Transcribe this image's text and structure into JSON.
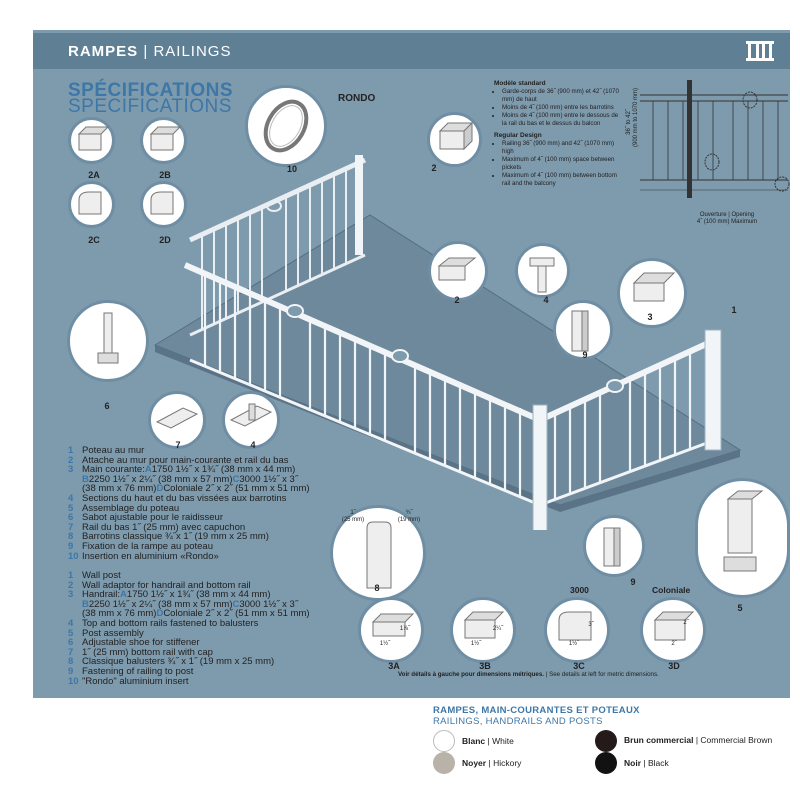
{
  "header": {
    "brand_fr": "RAMPES",
    "separator": "|",
    "brand_en": "RAILINGS",
    "icon": "railing-icon"
  },
  "spec": {
    "title_fr": "SPÉCIFICATIONS",
    "title_en": "SPECIFICATIONS"
  },
  "callouts": {
    "rondo_title": "RONDO",
    "labels": [
      "10",
      "2",
      "2A",
      "2B",
      "2C",
      "2D",
      "2",
      "4",
      "3",
      "1",
      "9",
      "6",
      "7",
      "4",
      "8",
      "9",
      "5",
      "3A",
      "3B",
      "3C",
      "3D"
    ],
    "top_3000": "3000",
    "top_coloniale": "Coloniale"
  },
  "dimensions": {
    "d8_left": "1˝\n(25 mm)",
    "d8_right": "¾˝\n(19 mm)",
    "d3a": "1⅞˝",
    "d3a_bottom": "1½˝",
    "d3b": "2¼˝",
    "d3b_bottom": "1½˝",
    "d3c": "3˝",
    "d3c_bottom": "1½˝",
    "d3d_right": "2˝",
    "d3d_bottom": "2˝"
  },
  "notes": {
    "fr_head": "Modèle standard",
    "fr_items": [
      "Garde-corps de 36˝ (900 mm) et 42˝ (1070 mm) de haut",
      "Moins de 4˝ (100 mm) entre les barrotins",
      "Moins de 4˝ (100 mm) entre le dessous de la rail du bas et le dessus du balcon"
    ],
    "en_head": "Regular Design",
    "en_items": [
      "Railing 36˝ (900 mm) and 42˝ (1070 mm) high",
      "Maximum of 4˝ (100 mm) space between pickets",
      "Maximum of 4˝ (100 mm) between bottom rail and the balcony"
    ]
  },
  "figure": {
    "height_label": "36˝ to 42˝\n(900 mm to 1070 mm)",
    "opening_fr": "Ouverture",
    "opening_sep": "|",
    "opening_en": "Opening",
    "opening_value": "4˝ (100 mm) Maximum"
  },
  "list_fr": [
    {
      "n": "1",
      "t": "Poteau au mur"
    },
    {
      "n": "2",
      "t": "Attache au mur pour main-courante et rail du bas"
    },
    {
      "n": "3",
      "t": "Main courante: ",
      "a": "A",
      "at": " 1750 1½˝ x 1¾˝ (38 mm x 44 mm)"
    },
    {
      "n": "",
      "t": "",
      "a": "B",
      "at": " 2250 1½˝ x 2¼˝ (38 mm x 57 mm) ",
      "c": "C",
      "ct": " 3000 1½˝ x 3˝"
    },
    {
      "n": "",
      "t": "(38 mm x 76 mm) ",
      "a": "D",
      "at": " Coloniale 2˝ x 2˝ (51 mm x 51 mm)"
    },
    {
      "n": "4",
      "t": "Sections du haut et du bas vissées aux barrotins"
    },
    {
      "n": "5",
      "t": "Assemblage du poteau"
    },
    {
      "n": "6",
      "t": "Sabot ajustable pour le raidisseur"
    },
    {
      "n": "7",
      "t": "Rail du bas 1˝ (25 mm) avec capuchon"
    },
    {
      "n": "8",
      "t": "Barrotins classique ¾˝x 1˝ (19 mm x 25 mm)"
    },
    {
      "n": "9",
      "t": "Fixation de la rampe au poteau"
    },
    {
      "n": "10",
      "t": "Insertion en aluminium «Rondo»"
    }
  ],
  "list_en": [
    {
      "n": "1",
      "t": "Wall post"
    },
    {
      "n": "2",
      "t": "Wall adaptor for handrail and bottom rail"
    },
    {
      "n": "3",
      "t": "Handrail: ",
      "a": "A",
      "at": " 1750 1½˝ x 1¾˝ (38 mm x 44 mm)"
    },
    {
      "n": "",
      "t": "",
      "a": "B",
      "at": " 2250 1½˝ x 2¼˝ (38 mm x 57 mm) ",
      "c": "C",
      "ct": " 3000 1½˝ x 3˝"
    },
    {
      "n": "",
      "t": "(38 mm x 76 mm) ",
      "a": "D",
      "at": " Coloniale 2˝ x 2˝ (51 mm x 51 mm)"
    },
    {
      "n": "4",
      "t": "Top and bottom rails fastened to balusters"
    },
    {
      "n": "5",
      "t": "Post assembly"
    },
    {
      "n": "6",
      "t": "Adjustable shoe for stiffener"
    },
    {
      "n": "7",
      "t": "1˝ (25 mm) bottom rail with cap"
    },
    {
      "n": "8",
      "t": "Classique balusters ¾˝ x 1˝ (19 mm x 25 mm)"
    },
    {
      "n": "9",
      "t": "Fastening of railing to post"
    },
    {
      "n": "10",
      "t": "\"Rondo\" aluminium insert"
    }
  ],
  "footnote": {
    "fr": "Voir détails à gauche pour dimensions métriques.",
    "sep": " | ",
    "en": "See details at left for metric dimensions."
  },
  "colors": {
    "title_fr": "RAMPES, MAIN-COURANTES ET POTEAUX",
    "title_en": "RAILINGS, HANDRAILS AND POSTS",
    "items": [
      {
        "fr": "Blanc",
        "en": "White",
        "hex": "#ffffff"
      },
      {
        "fr": "Noyer",
        "en": "Hickory",
        "hex": "#b8b2a8"
      },
      {
        "fr": "Brun commercial",
        "en": "Commercial Brown",
        "hex": "#241a1a"
      },
      {
        "fr": "Noir",
        "en": "Black",
        "hex": "#121212"
      }
    ],
    "sep": "|"
  },
  "palette": {
    "panel": "#7e9aad",
    "header": "#5f7f95",
    "accent": "#3d77a8"
  }
}
